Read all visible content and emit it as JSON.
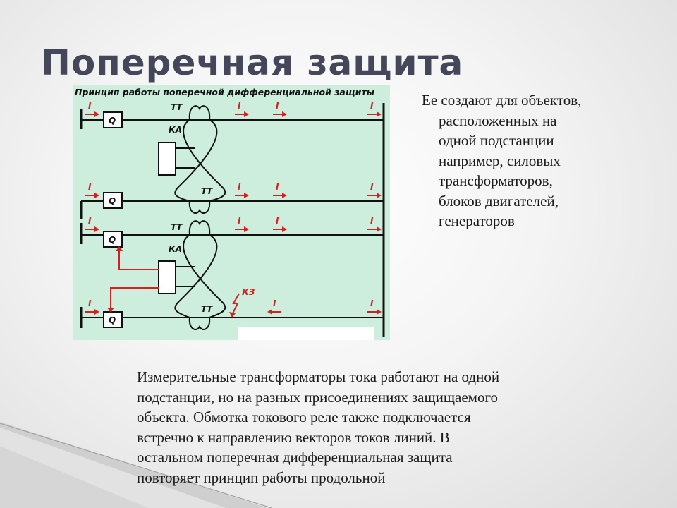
{
  "slide": {
    "title": "Поперечная защита",
    "side_lines": [
      "Ее создают для объектов,",
      "расположенных на",
      "одной подстанции",
      "например, силовых",
      "трансформаторов,",
      "блоков двигателей,",
      "генераторов"
    ],
    "body_lines": [
      "Измерительные трансформаторы тока работают на одной",
      "подстанции, но на разных присоединениях защищаемого",
      "объекта. Обмотка токового реле также подключается",
      "встречно к направлению векторов токов линий. В",
      "остальном поперечная дифференциальная защита",
      "повторяет принцип работы продольной"
    ]
  },
  "diagram": {
    "caption": "Принцип работы поперечной дифференциальной защиты",
    "breaker_label": "Q",
    "ct_label": "ТТ",
    "relay_label": "КА",
    "current_label": "I",
    "fault_label": "КЗ",
    "colors": {
      "panel": "#cdeedd",
      "line": "#111111",
      "arrow": "#d42020",
      "box": "#ffffff"
    }
  }
}
